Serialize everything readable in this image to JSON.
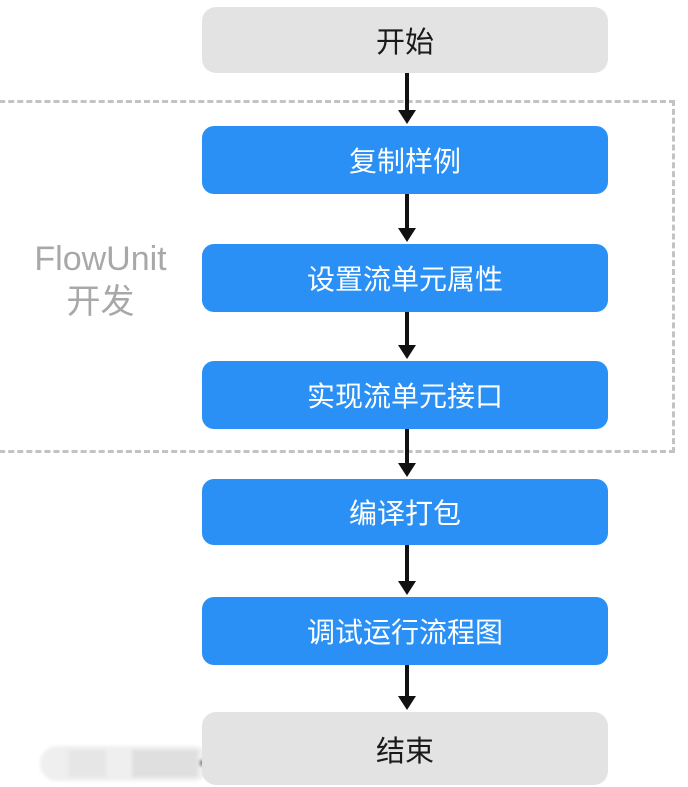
{
  "diagram": {
    "type": "flowchart",
    "title": "FlowUnit development flow",
    "colors": {
      "step_blue": "#2b90f5",
      "terminal_gray": "#e3e3e3",
      "text_on_step": "#ffffff",
      "text_on_terminal": "#1a1a1a",
      "group_border": "#c3c3c3",
      "group_label": "#a8a8a8",
      "arrow": "#111111"
    },
    "group": {
      "label_line1": "FlowUnit",
      "label_line2": "开发",
      "contains": [
        "复制样例",
        "设置流单元属性",
        "实现流单元接口"
      ]
    },
    "nodes": [
      {
        "id": "start",
        "type": "terminal",
        "label": "开始"
      },
      {
        "id": "copy-sample",
        "type": "step",
        "label": "复制样例"
      },
      {
        "id": "set-flowunit-properties",
        "type": "step",
        "label": "设置流单元属性"
      },
      {
        "id": "implement-flowunit-interface",
        "type": "step",
        "label": "实现流单元接口"
      },
      {
        "id": "compile-package",
        "type": "step",
        "label": "编译打包"
      },
      {
        "id": "debug-run-flowchart",
        "type": "step",
        "label": "调试运行流程图"
      },
      {
        "id": "end",
        "type": "terminal",
        "label": "结束"
      }
    ],
    "edges": [
      {
        "from": "start",
        "to": "copy-sample"
      },
      {
        "from": "copy-sample",
        "to": "set-flowunit-properties"
      },
      {
        "from": "set-flowunit-properties",
        "to": "implement-flowunit-interface"
      },
      {
        "from": "implement-flowunit-interface",
        "to": "compile-package"
      },
      {
        "from": "compile-package",
        "to": "debug-run-flowchart"
      },
      {
        "from": "debug-run-flowchart",
        "to": "end"
      }
    ]
  }
}
